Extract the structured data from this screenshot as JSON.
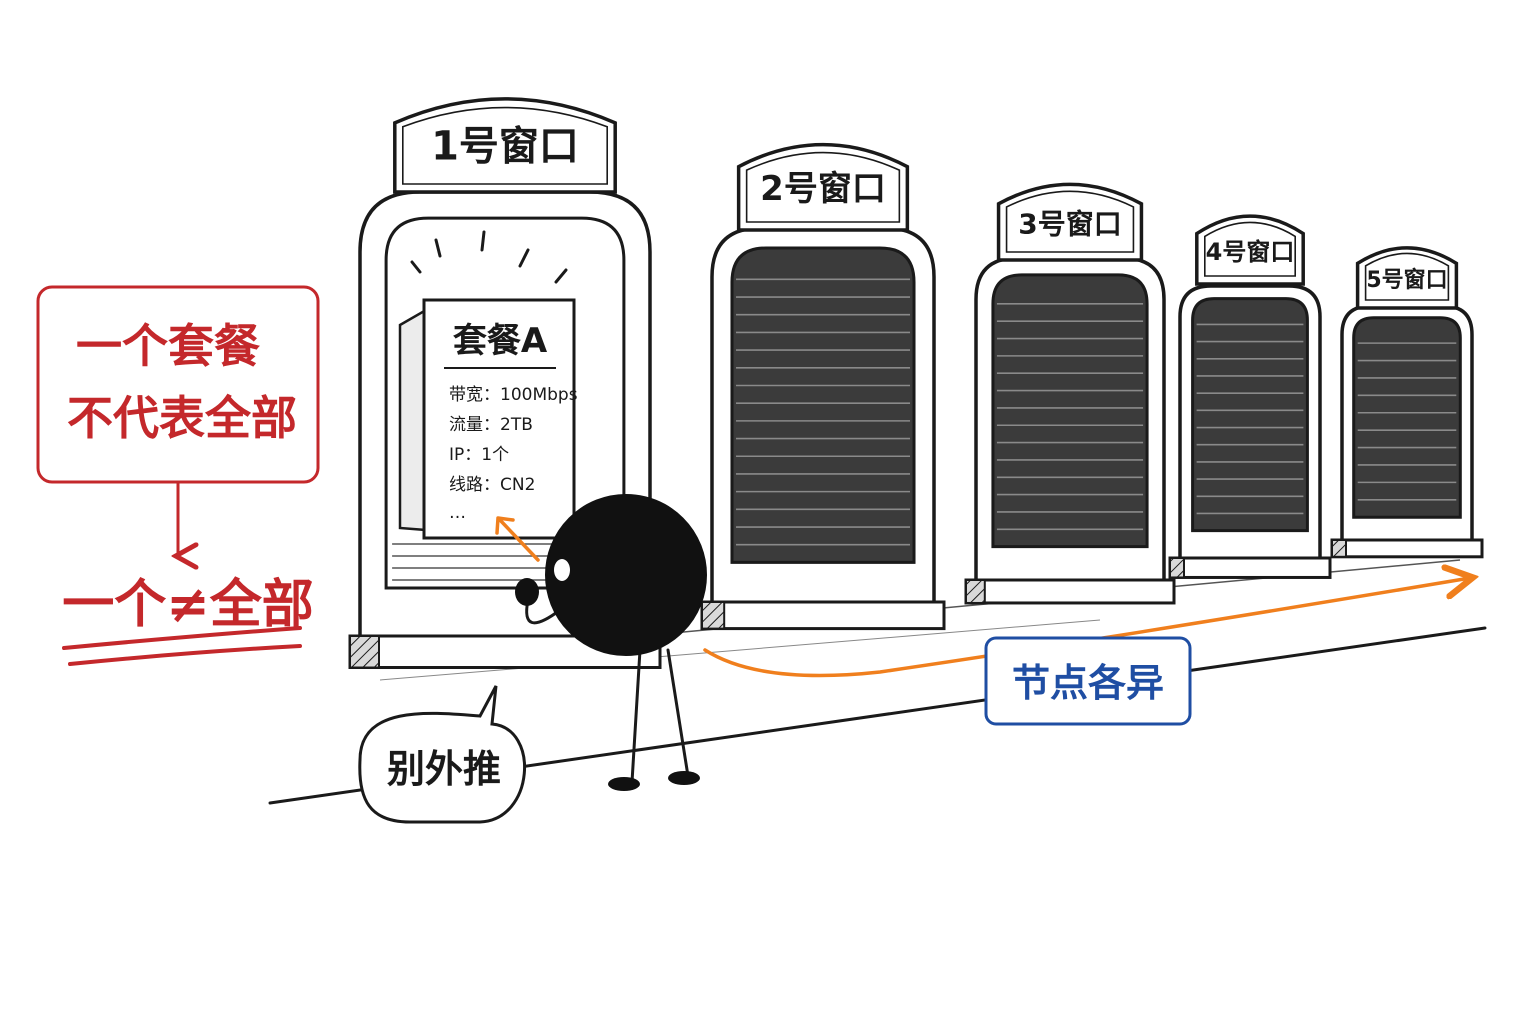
{
  "windows": [
    {
      "label": "1号窗口",
      "state": "open"
    },
    {
      "label": "2号窗口",
      "state": "closed"
    },
    {
      "label": "3号窗口",
      "state": "closed"
    },
    {
      "label": "4号窗口",
      "state": "closed"
    },
    {
      "label": "5号窗口",
      "state": "closed"
    }
  ],
  "menu": {
    "title": "套餐A",
    "lines": [
      "带宽：100Mbps",
      "流量：2TB",
      "IP：1个",
      "线路：CN2",
      "…"
    ]
  },
  "note": {
    "line1": "一个套餐",
    "line2": "不代表全部",
    "conclusion": "一个≠全部"
  },
  "speech": "别外推",
  "path_label": "节点各异",
  "colors": {
    "ink": "#1a1a1a",
    "red": "#c4282b",
    "blue": "#1f4ea3",
    "orange": "#f07f1d",
    "shutter": "#3b3b3b"
  }
}
